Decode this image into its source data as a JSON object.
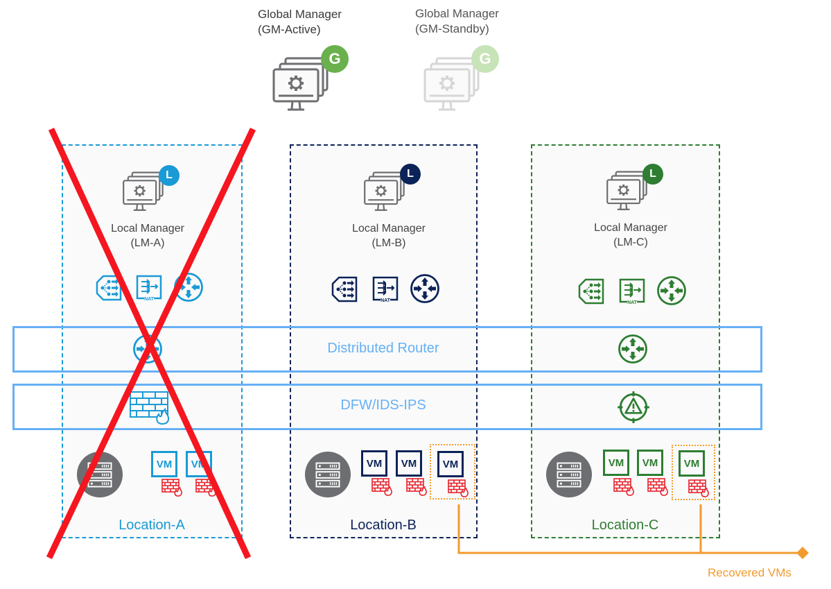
{
  "colors": {
    "gm_active_badge": "#6ab04c",
    "gm_standby_badge": "#c7e3b8",
    "location_a": "#1a9ad6",
    "location_b": "#0c2358",
    "location_c": "#2e7d32",
    "band_border": "#66b0f5",
    "failure_cross": "#f5161f",
    "recovery": "#f29b30",
    "vm_firewall": "#e8202a",
    "host_server": "#6d6e71"
  },
  "global_managers": [
    {
      "title": "Global Manager",
      "role": "(GM-Active)",
      "badge": "G",
      "state": "active"
    },
    {
      "title": "Global Manager",
      "role": "(GM-Standby)",
      "badge": "G",
      "state": "standby"
    }
  ],
  "locations": [
    {
      "name": "Location-A",
      "manager_title": "Local Manager",
      "manager_id": "(LM-A)",
      "badge": "L",
      "status": "failed",
      "vm_count": 2,
      "recovered_vm": false
    },
    {
      "name": "Location-B",
      "manager_title": "Local Manager",
      "manager_id": "(LM-B)",
      "badge": "L",
      "status": "healthy",
      "vm_count": 3,
      "recovered_vm": true
    },
    {
      "name": "Location-C",
      "manager_title": "Local Manager",
      "manager_id": "(LM-C)",
      "badge": "L",
      "status": "healthy",
      "vm_count": 3,
      "recovered_vm": true
    }
  ],
  "services": [
    "load-balancer-icon",
    "nat-icon",
    "router-icon"
  ],
  "bands": {
    "distributed_router": "Distributed Router",
    "dfw": "DFW/IDS-IPS"
  },
  "vm_label": "VM",
  "nat_label": "NAT",
  "recovered_label": "Recovered VMs"
}
